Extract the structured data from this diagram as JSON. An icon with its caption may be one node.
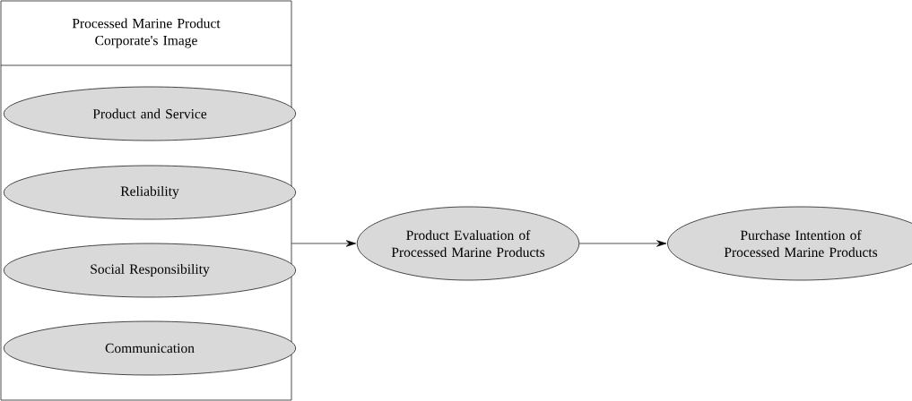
{
  "diagram": {
    "nodes": [
      {
        "text": [
          "Processed Marine Product Corporate's Image"
        ]
      },
      {
        "text": [
          "Product and Service"
        ],
        "in": 0
      },
      {
        "text": [
          "Reliability"
        ],
        "in": 0
      },
      {
        "text": [
          "Social Responsibility"
        ],
        "in": 0
      },
      {
        "text": [
          "Communication"
        ],
        "in": 0
      },
      {
        "text": [
          "Product Evaluation of Processed Marine Products"
        ]
      },
      {
        "text": [
          "Purchase Intention of Processed Marine Products"
        ]
      }
    ],
    "edges": [
      {
        "from": 0,
        "to": 5,
        "arrow": "to"
      },
      {
        "from": 5,
        "to": 6,
        "arrow": "to"
      }
    ]
  }
}
